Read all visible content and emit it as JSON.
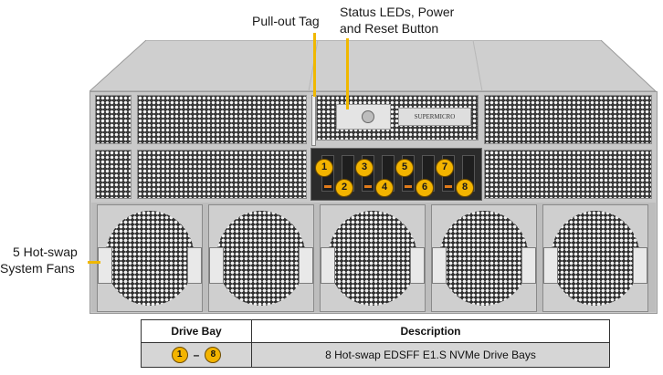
{
  "callouts": {
    "pull_out_tag": "Pull-out Tag",
    "status_leds_line1": "Status LEDs, Power",
    "status_leds_line2": "and Reset Button",
    "fans_line1": "5 Hot-swap",
    "fans_line2": "System Fans"
  },
  "front_panel": {
    "brand": "SUPERMICRO"
  },
  "drive_bays": [
    "1",
    "2",
    "3",
    "4",
    "5",
    "6",
    "7",
    "8"
  ],
  "table": {
    "headers": [
      "Drive Bay",
      "Description"
    ],
    "rows": [
      {
        "bay_from": "1",
        "bay_to": "8",
        "separator": "–",
        "description": "8 Hot-swap EDSFF E1.S NVMe Drive Bays"
      }
    ]
  },
  "colors": {
    "callout_accent": "#f0b800",
    "drive_led": "#e07a1a",
    "chassis": "#d9d9d9"
  }
}
